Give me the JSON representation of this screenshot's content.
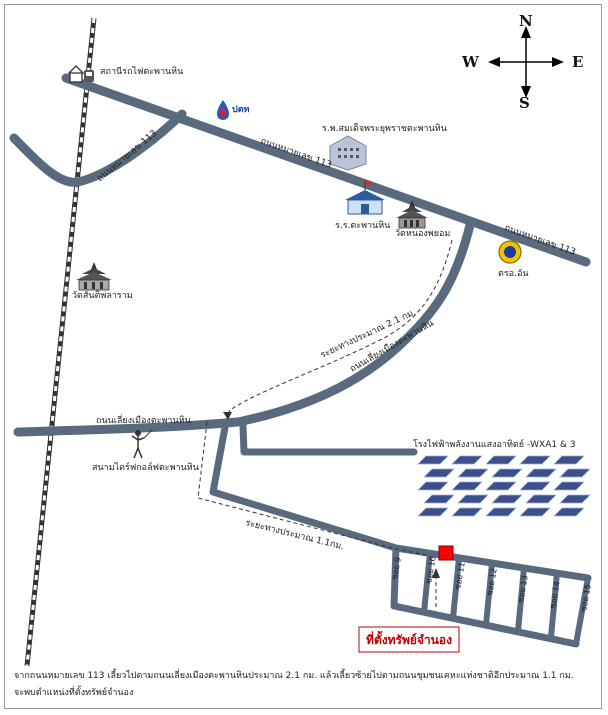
{
  "compass": {
    "north": "N",
    "south": "S",
    "east": "E",
    "west": "W"
  },
  "roads": {
    "highway_113_center": "ถนนหมายเลข 113",
    "highway_113_east": "ถนนหมายเลข 113",
    "highway_113_west_branch": "ถนนหมายเลข 113",
    "bypass_upper": "ถนนเลี่ยงเมืองตะพานหิน",
    "bypass_lower": "ถนนเลี่ยงเมืองตะพานหิน"
  },
  "places": {
    "train_station": "สถานีรถไฟตะพานหิน",
    "hospital": "ร.พ.สมเด็จพระยุพราชตะพานหิน",
    "school": "ร.ร.ตะพานหิน",
    "temple_nongphayom": "วัดหนองพยอม",
    "police": "ตรอ.อัน",
    "temple_sanpharam": "วัดสันติพลาราม",
    "golf_course": "สนามไดร์ฟกอล์ฟตะพานหิน",
    "solar_farm": "โรงไฟฟ้าพลังงานแสงอาทิตย์ -WXA1 & 3"
  },
  "logos": {
    "ptt": "ปตท"
  },
  "distances": {
    "first_leg": "ระยะทางประมาณ 2.1 กม.",
    "second_leg": "ระยะทางประมาณ 1.1กม."
  },
  "sois": [
    "ซอย 9",
    "ซอย 10",
    "ซอย 11",
    "ซอย 12",
    "ซอย 13",
    "ซอย 14",
    "ซอย 15"
  ],
  "property_label": "ที่ตั้งทรัพย์จำนอง",
  "caption": {
    "line1": "จากถนนหมายเลข 113 เลี้ยวไปตามถนนเลี่ยงเมืองตะพานหินประมาณ 2.1 กม. แล้วเลี้ยวซ้ายไปตามถนนชุมชนเคหะแห่งชาติอีกประมาณ 1.1 กม.",
    "line2": "จะพบตำแหน่งที่ตั้งทรัพย์จำนอง"
  },
  "colors": {
    "road": "#5a6a7e",
    "road_outline": "#c8cdd4",
    "rail": "#333333",
    "property_marker": "#ff0000",
    "property_border": "#c00000",
    "solar_panel": "#3b4f8a"
  }
}
